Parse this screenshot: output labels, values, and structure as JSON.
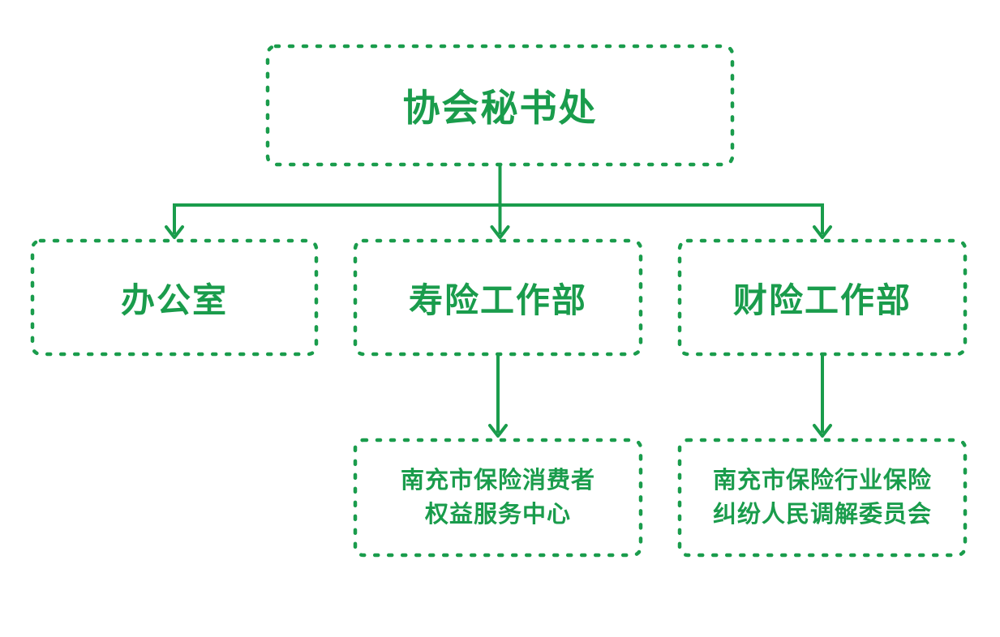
{
  "diagram": {
    "type": "org-chart",
    "accent_color": "#1a9c4c",
    "background_color": "#ffffff",
    "nodes": {
      "root": {
        "label": "协会秘书处"
      },
      "office": {
        "label": "办公室"
      },
      "life": {
        "label": "寿险工作部"
      },
      "property": {
        "label": "财险工作部"
      },
      "consumer_center": {
        "label_line1": "南充市保险消费者",
        "label_line2": "权益服务中心"
      },
      "mediation_committee": {
        "label_line1": "南充市保险行业保险",
        "label_line2": "纠纷人民调解委员会"
      }
    },
    "edges": [
      {
        "from": "root",
        "to": "office"
      },
      {
        "from": "root",
        "to": "life"
      },
      {
        "from": "root",
        "to": "property"
      },
      {
        "from": "life",
        "to": "consumer_center"
      },
      {
        "from": "property",
        "to": "mediation_committee"
      }
    ]
  }
}
